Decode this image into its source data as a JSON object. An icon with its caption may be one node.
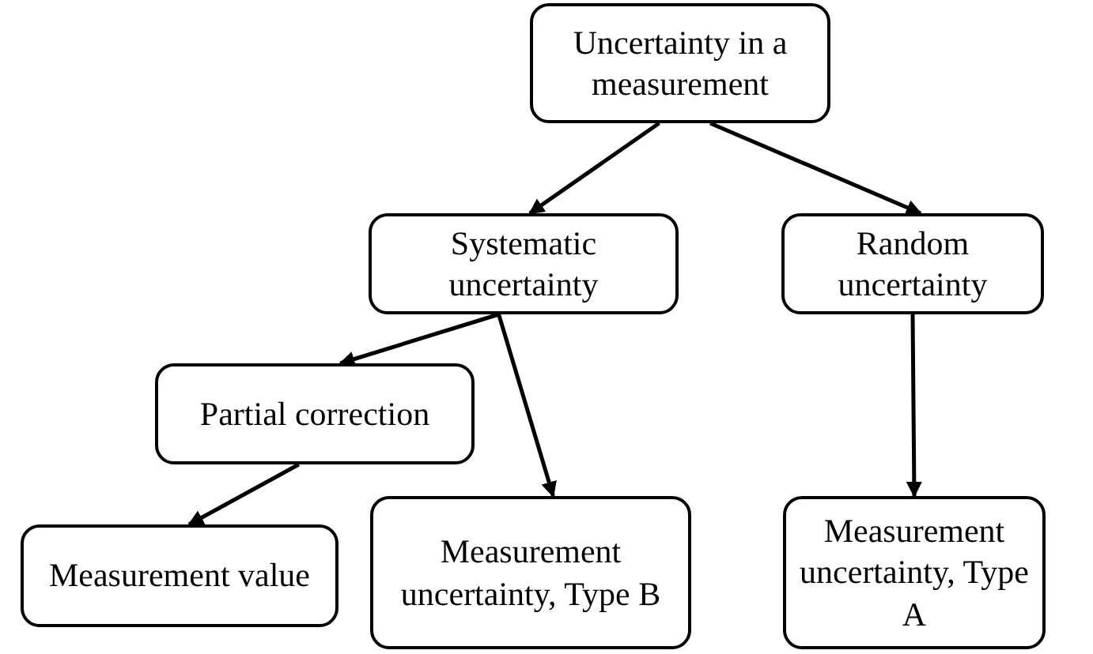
{
  "diagram": {
    "nodes": [
      {
        "text": [
          "Uncertainty in a measurement"
        ]
      },
      {
        "text": [
          "Systematic uncertainty"
        ]
      },
      {
        "text": [
          "Random uncertainty"
        ]
      },
      {
        "text": [
          "Partial correction"
        ]
      },
      {
        "text": [
          "Measurement value"
        ]
      },
      {
        "text": [
          "Measurement uncertainty, Type B"
        ]
      },
      {
        "text": [
          "Measurement uncertainty, Type A"
        ]
      }
    ],
    "edges": [
      {
        "from": 0,
        "to": 1,
        "arrow": "to"
      },
      {
        "from": 0,
        "to": 2,
        "arrow": "to"
      },
      {
        "from": 1,
        "to": 3,
        "arrow": "to"
      },
      {
        "from": 1,
        "to": 5,
        "arrow": "to"
      },
      {
        "from": 2,
        "to": 6,
        "arrow": "to"
      },
      {
        "from": 3,
        "to": 4,
        "arrow": "to"
      }
    ]
  }
}
